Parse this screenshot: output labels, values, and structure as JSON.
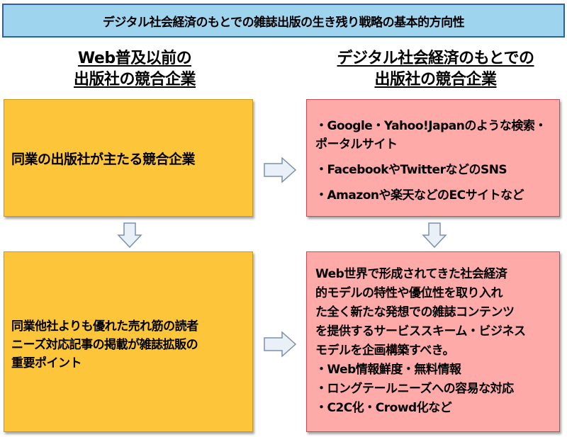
{
  "title": "デジタル社会経済のもとでの雑誌出版の生き残り戦略の基本的方向性",
  "left_heading": {
    "line1": "Web普及以前の",
    "line2": "出版社の競合企業"
  },
  "right_heading": {
    "line1": "デジタル社会経済のもとでの",
    "line2": "出版社の競合企業"
  },
  "left_top_box": {
    "text": "同業の出版社が主たる競合企業"
  },
  "right_top_box": {
    "items": [
      "・Google・Yahoo!Japanのような検索・",
      "ポータルサイト",
      "・FacebookやTwitterなどのSNS",
      "・Amazonや楽天などのECサイトなど"
    ]
  },
  "left_bottom_box": {
    "lines": [
      "同業他社よりも優れた売れ筋の読者",
      "ニーズ対応記事の掲載が雑誌拡販の",
      "重要ポイント"
    ]
  },
  "right_bottom_box": {
    "lines": [
      "Web世界で形成されてきた社会経済",
      "的モデルの特性や優位性を取り入れ",
      "た全く新たな発想での雑誌コンテンツ",
      "を提供するサービススキーム・ビジネス",
      "モデルを企画構築すべき。",
      "・Web情報鮮度・無料情報",
      "・ロングテールニーズへの容易な対応",
      "・C2C化・Crowd化など"
    ]
  },
  "colors": {
    "title_fill": "#9fd4ef",
    "left_box_fill": "#fdc63a",
    "right_box_fill": "#fdaaa9",
    "arrow_fill": "#eaf0f8",
    "arrow_stroke": "#7d8fa8"
  }
}
